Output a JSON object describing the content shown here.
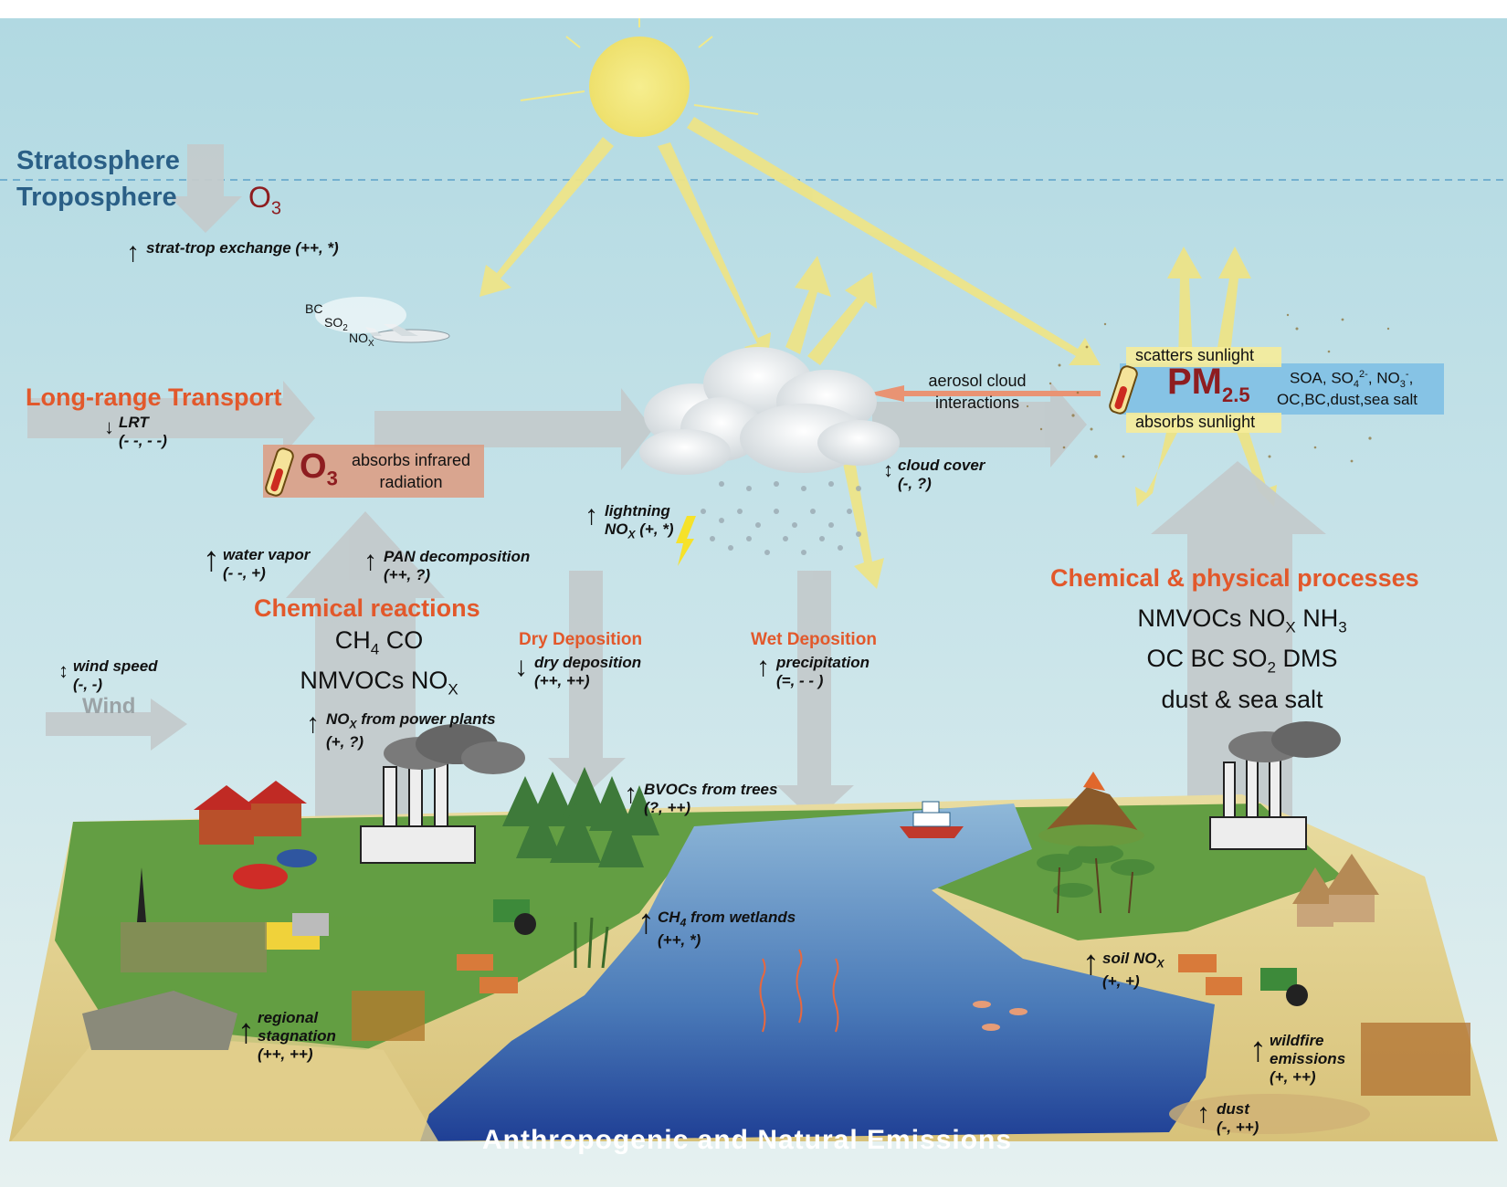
{
  "layers": {
    "stratosphere": "Stratosphere",
    "troposphere": "Troposphere"
  },
  "o3_top": {
    "base": "O",
    "sub": "3"
  },
  "labels": {
    "strat_trop": {
      "arrow": "↑",
      "text": "strat-trop exchange (++, *)"
    },
    "lrt": {
      "arrow": "↓",
      "line1": "LRT",
      "line2": "(- -, - -)"
    },
    "water_vapor": {
      "arrow": "↑",
      "line1": "water vapor",
      "line2": "(- -, +)"
    },
    "pan": {
      "arrow": "↑",
      "line1": "PAN decomposition",
      "line2": "(++, ?)"
    },
    "wind_speed": {
      "arrow": "↕",
      "line1": "wind speed",
      "line2": "(-, -)"
    },
    "nox_power": {
      "arrow": "↑",
      "line1a": "NO",
      "line1sub": "X",
      "line1b": " from power plants",
      "line2": "(+, ?)"
    },
    "lightning": {
      "arrow": "↑",
      "line1": "lightning",
      "line2a": "NO",
      "line2sub": "X",
      "line2b": " (+, *)"
    },
    "cloud_cover": {
      "arrow": "↕",
      "line1": "cloud cover",
      "line2": "(-, ?)"
    },
    "dry_dep": {
      "arrow": "↓",
      "line1": "dry deposition",
      "line2": "(++, ++)"
    },
    "precip": {
      "arrow": "↑",
      "line1": "precipitation",
      "line2": "(=, - - )"
    },
    "bvocs": {
      "arrow": "↑",
      "line1": "BVOCs from trees",
      "line2": "(?, ++)"
    },
    "ch4_wet": {
      "arrow": "↑",
      "line1a": "CH",
      "line1sub": "4",
      "line1b": " from wetlands",
      "line2": "(++, *)"
    },
    "stagnation": {
      "arrow": "↑",
      "line1": "regional",
      "line2": "stagnation",
      "line3": "(++, ++)"
    },
    "soil_nox": {
      "arrow": "↑",
      "line1a": "soil NO",
      "line1sub": "X",
      "line2": "(+, +)"
    },
    "wildfire": {
      "arrow": "↑",
      "line1": "wildfire",
      "line2": "emissions",
      "line3": "(+, ++)"
    },
    "dust": {
      "arrow": "↑",
      "line1": "dust",
      "line2": "(-, ++)"
    }
  },
  "headings": {
    "lrt": "Long-range Transport",
    "chem_reactions": "Chemical  reactions",
    "chem_phys": "Chemical & physical processes",
    "dry_dep": "Dry Deposition",
    "wet_dep": "Wet Deposition",
    "wind": "Wind",
    "emissions": "Anthropogenic and Natural Emissions"
  },
  "chem_species": {
    "line1a": "CH",
    "line1sub": "4",
    "line1b": " CO",
    "line2a": "NMVOCs NO",
    "line2sub": "X"
  },
  "chem_phys_species": {
    "line1a": "NMVOCs NO",
    "line1sub": "X",
    "line1b": " NH",
    "line1sub2": "3",
    "line2a": "OC BC SO",
    "line2sub": "2",
    "line2b": " DMS",
    "line3": "dust & sea salt"
  },
  "o3_box": {
    "base": "O",
    "sub": "3",
    "text1": "absorbs infrared",
    "text2": "radiation"
  },
  "aerosol": {
    "line1": "aerosol cloud",
    "line2": "interactions"
  },
  "pm": {
    "base": "PM",
    "sub": "2.5",
    "scatters": "scatters sunlight",
    "absorbs": "absorbs sunlight",
    "species1": "SOA, SO",
    "species1sub": "4",
    "species1sup": "2-",
    "species1b": ", NO",
    "species1sub2": "3",
    "species1sup2": "-",
    "species1c": ",",
    "species2": "OC,BC,dust,sea salt"
  },
  "plane": {
    "bc": "BC",
    "so2a": "SO",
    "so2sub": "2",
    "noxa": "NO",
    "noxsub": "X"
  },
  "colors": {
    "sky_top": "#b3dbe3",
    "sky_bottom": "#dbeef0",
    "orange_heading": "#e2582b",
    "layer_text": "#2a5f86",
    "pm_red": "#8e1d20",
    "sun": "#f1e77c",
    "sunray": "#ede488",
    "water": "#4f7fba",
    "grass": "#5c9b3e",
    "sand": "#e6d59a",
    "grey_arrow": "#c2c9cb"
  }
}
